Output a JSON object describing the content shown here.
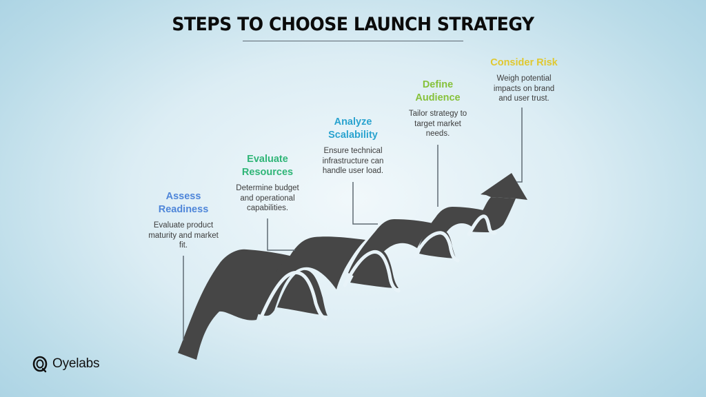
{
  "title": "STEPS TO CHOOSE LAUNCH STRATEGY",
  "colors": {
    "ribbon": "#464646",
    "connector": "#5f6a73",
    "assess": "#4f86d9",
    "evaluate": "#2fb577",
    "analyze": "#2aa3cf",
    "define": "#86c13a",
    "consider": "#e0c830"
  },
  "steps": [
    {
      "heading_line1": "Assess",
      "heading_line2": "Readiness",
      "desc_line1": "Evaluate product",
      "desc_line2": "maturity and market",
      "desc_line3": "fit."
    },
    {
      "heading_line1": "Evaluate",
      "heading_line2": "Resources",
      "desc_line1": "Determine budget",
      "desc_line2": "and operational",
      "desc_line3": "capabilities."
    },
    {
      "heading_line1": "Analyze",
      "heading_line2": "Scalability",
      "desc_line1": "Ensure technical",
      "desc_line2": "infrastructure can",
      "desc_line3": "handle user load."
    },
    {
      "heading_line1": "Define",
      "heading_line2": "Audience",
      "desc_line1": "Tailor strategy to",
      "desc_line2": "target market",
      "desc_line3": "needs."
    },
    {
      "heading_line1": "Consider Risk",
      "heading_line2": "",
      "desc_line1": "Weigh potential",
      "desc_line2": "impacts on brand",
      "desc_line3": "and user trust."
    }
  ],
  "logo": {
    "icon": "oyelabs-logo-icon",
    "name": "Oyelabs"
  }
}
